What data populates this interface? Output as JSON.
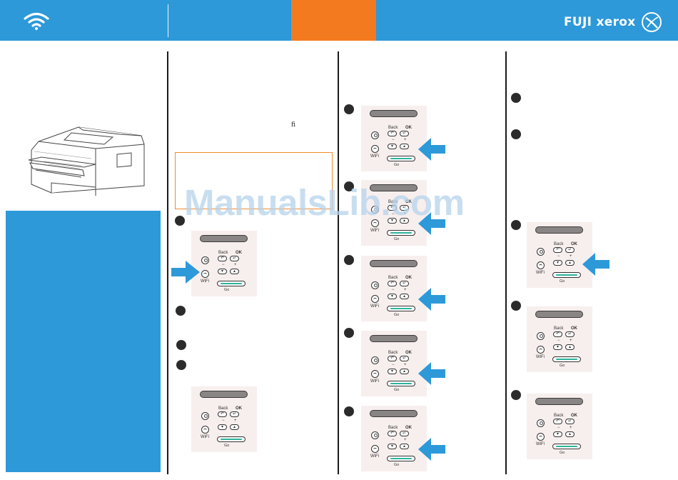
{
  "header": {
    "brand_text": "FUJI xerox",
    "accent_color": "#2d99d9",
    "tab_color": "#f37a1f",
    "wifi_icon": "wifi-icon",
    "logo_icon": "fuji-xerox-logo-icon"
  },
  "body": {
    "ligature_glyph": "ﬁ"
  },
  "panel_labels": {
    "back": "Back",
    "ok": "OK",
    "wifi": "WiFi",
    "go": "Go",
    "minus": "−",
    "plus": "+",
    "back_symbol": "↶",
    "ok_symbol": "↵",
    "down_symbol": "▾",
    "up_symbol": "▴"
  },
  "watermark": {
    "text": "ManualsLib.com"
  }
}
